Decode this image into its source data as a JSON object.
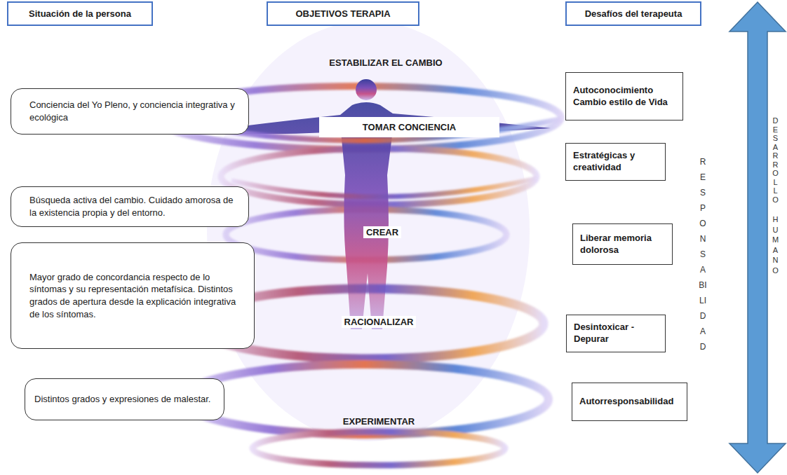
{
  "diagram": {
    "nodes": [
      {
        "text": [
          "Situación de la persona"
        ]
      },
      {
        "text": [
          "OBJETIVOS TERAPIA"
        ]
      },
      {
        "text": [
          "Desafíos del terapeuta"
        ]
      },
      {
        "text": [
          "Conciencia del Yo Pleno, y conciencia integrativa y ecológica"
        ]
      },
      {
        "text": [
          "TOMAR CONCIENCIA"
        ]
      },
      {
        "text": [
          "Autoconocimiento Cambio estilo de Vida"
        ]
      },
      {
        "text": [
          "Estratégicas y creatividad"
        ]
      },
      {
        "text": [
          "Búsqueda activa del cambio. Cuidado amorosa de la existencia propia y del entorno."
        ]
      },
      {
        "text": [
          "Liberar memoria dolorosa"
        ]
      },
      {
        "text": [
          "Mayor grado de concordancia respecto de lo síntomas y su representación metafísica. Distintos grados de apertura desde la explicación integrativa de los síntomas."
        ]
      },
      {
        "text": [
          "Desintoxicar - Depurar"
        ]
      },
      {
        "text": [
          "Distintos grados y expresiones de malestar."
        ]
      },
      {
        "text": [
          "Autorresponsabilidad"
        ]
      }
    ],
    "labels": [
      "ESTABILIZAR EL CAMBIO",
      "CREAR",
      "RACIONALIZAR",
      "EXPERIMENTAR",
      "RESPONSABILIDAD",
      "DESARROLLO",
      "HUMANO"
    ]
  }
}
